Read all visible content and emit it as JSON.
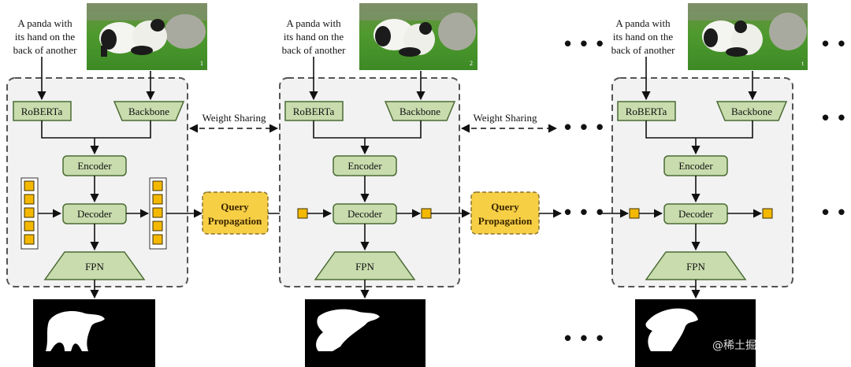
{
  "frames": [
    {
      "caption": [
        "A panda with",
        "its hand on the",
        "back of another"
      ],
      "frame_index": "1",
      "text_encoder": "RoBERTa",
      "backbone": "Backbone",
      "encoder": "Encoder",
      "decoder": "Decoder",
      "fpn": "FPN"
    },
    {
      "caption": [
        "A panda with",
        "its hand on the",
        "back of another"
      ],
      "frame_index": "2",
      "text_encoder": "RoBERTa",
      "backbone": "Backbone",
      "encoder": "Encoder",
      "decoder": "Decoder",
      "fpn": "FPN"
    },
    {
      "caption": [
        "A panda with",
        "its hand on the",
        "back of another"
      ],
      "frame_index": "t",
      "text_encoder": "RoBERTa",
      "backbone": "Backbone",
      "encoder": "Encoder",
      "decoder": "Decoder",
      "fpn": "FPN"
    }
  ],
  "weight_sharing": "Weight Sharing",
  "query_propagation": [
    "Query",
    "Propagation"
  ],
  "ellipsis": "• • •",
  "watermark": "@稀土掘金技术社区",
  "colors": {
    "module_fill": "#c9dcae",
    "query_fill": "#f7cf45",
    "query_token": "#f4b800",
    "frame_fill": "#f2f2f2"
  }
}
